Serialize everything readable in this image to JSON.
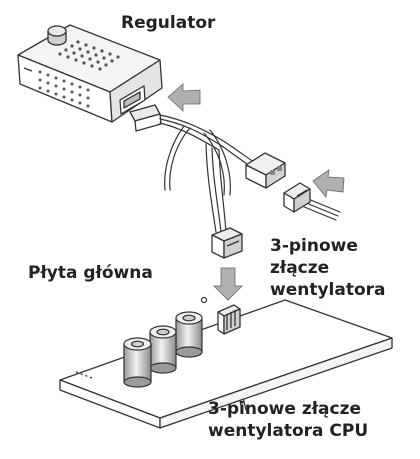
{
  "labels": {
    "regulator": "Regulator",
    "motherboard": "Płyta główna",
    "fan_connector": [
      "3-pinowe",
      "złącze",
      "wentylatora"
    ],
    "cpu_fan_connector": [
      "3-pinowe złącze",
      "wentylatora CPU"
    ]
  },
  "colors": {
    "line": "#333333",
    "shade": "#d8d8d8",
    "shade_dark": "#a8a8a8",
    "arrow": "#b0b0b0",
    "text": "#222222"
  }
}
